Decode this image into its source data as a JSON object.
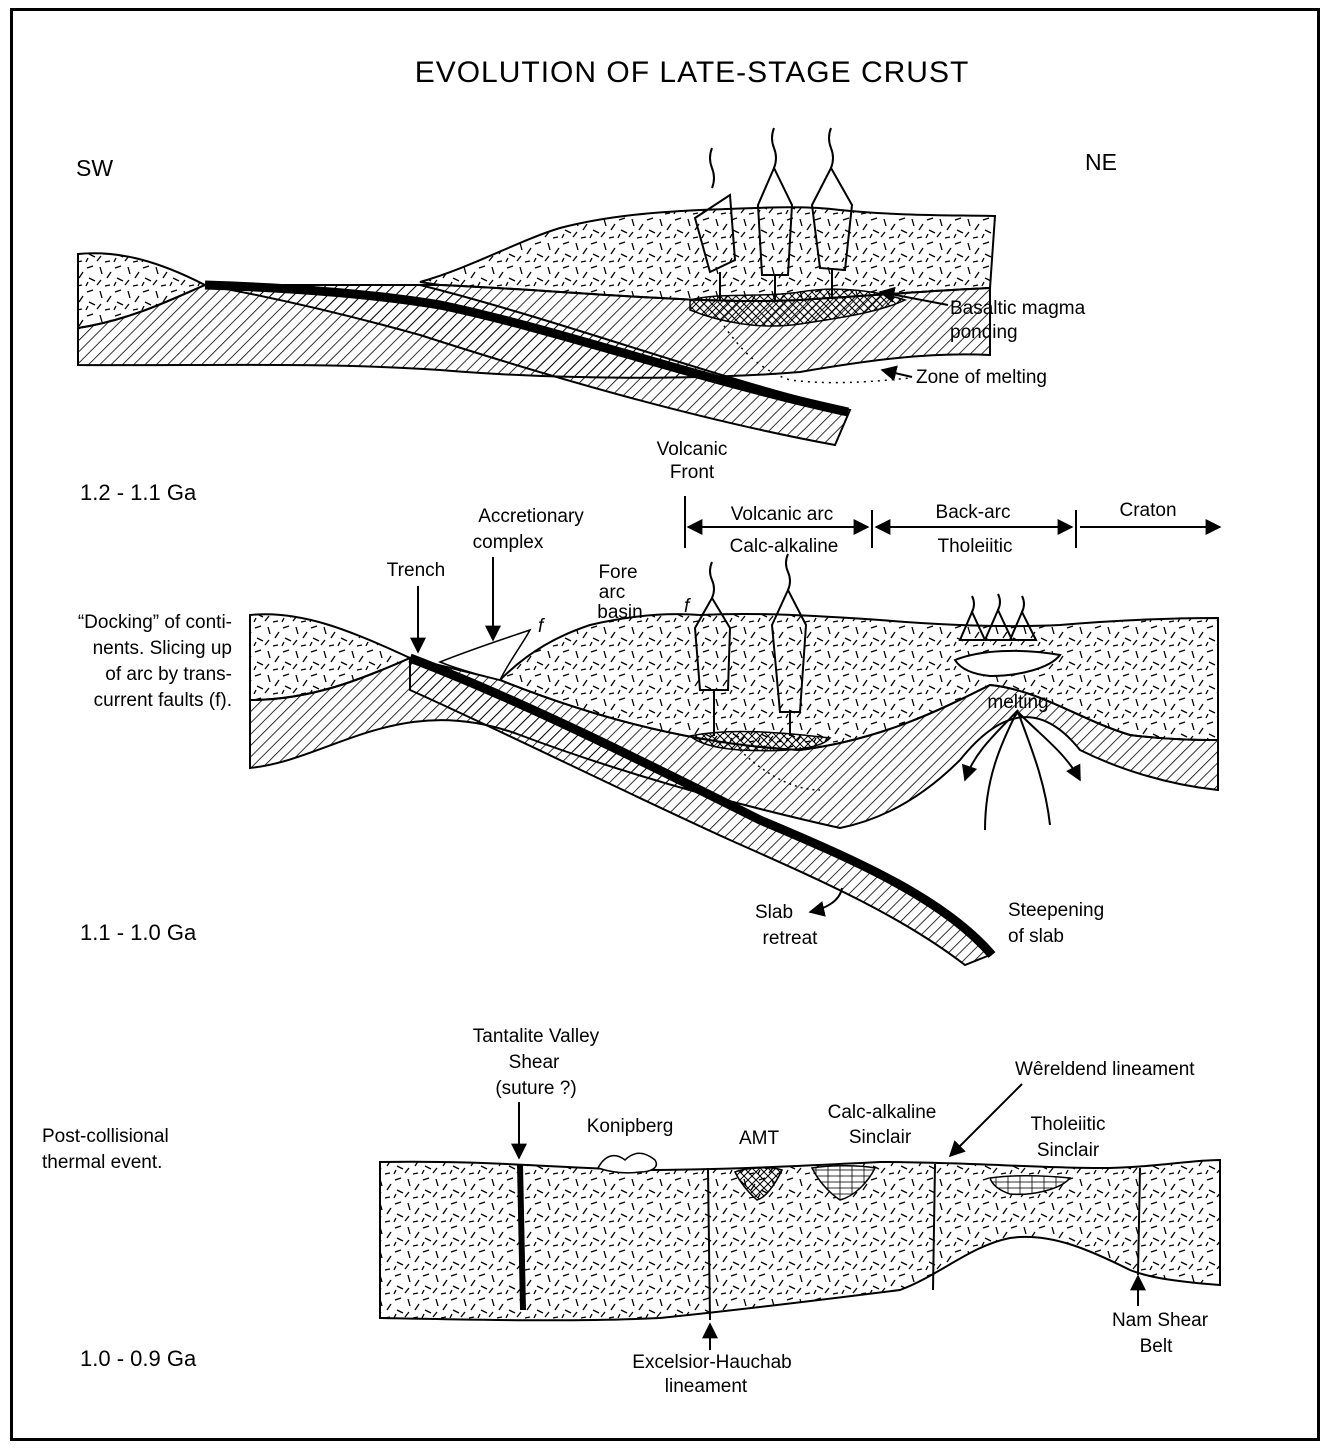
{
  "title": "EVOLUTION OF LATE-STAGE CRUST",
  "directions": {
    "sw": "SW",
    "ne": "NE"
  },
  "panel1": {
    "age": "1.2 - 1.1 Ga",
    "basaltic_1": "Basaltic magma",
    "basaltic_2": "ponding",
    "zone_melting": "Zone of melting"
  },
  "panel2": {
    "age": "1.1 - 1.0 Ga",
    "note_lines": [
      "“Docking” of conti-",
      "nents. Slicing up",
      "of arc by trans-",
      "current faults (f)."
    ],
    "volcanic_front_1": "Volcanic",
    "volcanic_front_2": "Front",
    "volcanic_arc": "Volcanic arc",
    "calc_alkaline": "Calc-alkaline",
    "back_arc": "Back-arc",
    "tholeiitic": "Tholeiitic",
    "craton": "Craton",
    "accretionary_1": "Accretionary",
    "accretionary_2": "complex",
    "trench": "Trench",
    "fore_1": "Fore",
    "fore_2": "arc",
    "fore_3": "basin",
    "fault_f": "f",
    "melting": "melting",
    "slab_retreat_1": "Slab",
    "slab_retreat_2": "retreat",
    "steepening_1": "Steepening",
    "steepening_2": "of slab"
  },
  "panel3": {
    "age": "1.0 - 0.9 Ga",
    "note_1": "Post-collisional",
    "note_2": "thermal event.",
    "tantalite_1": "Tantalite Valley",
    "tantalite_2": "Shear",
    "tantalite_3": "(suture ?)",
    "konipberg": "Konipberg",
    "amt": "AMT",
    "calc_sinclair_1": "Calc-alkaline",
    "calc_sinclair_2": "Sinclair",
    "wereldend": "Wêreldend lineament",
    "thol_sinclair_1": "Tholeiitic",
    "thol_sinclair_2": "Sinclair",
    "nam_1": "Nam Shear",
    "nam_2": "Belt",
    "excelsior_1": "Excelsior-Hauchab",
    "excelsior_2": "lineament"
  }
}
